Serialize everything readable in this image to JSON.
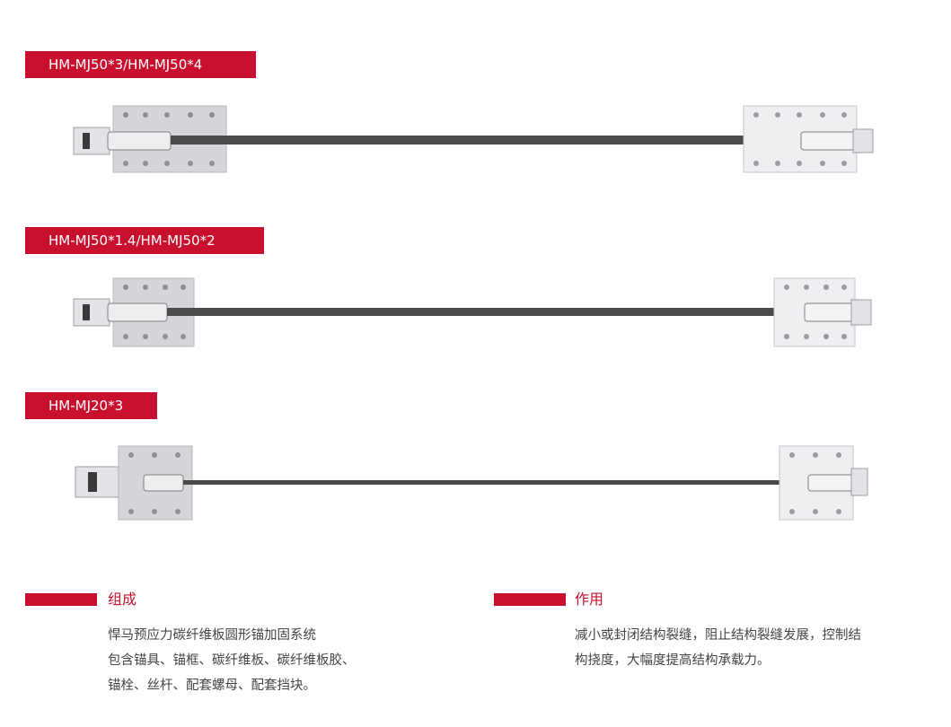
{
  "products": [
    {
      "model": "HM-MJ50*3/HM-MJ50*4"
    },
    {
      "model": "HM-MJ50*1.4/HM-MJ50*2"
    },
    {
      "model": "HM-MJ20*3"
    }
  ],
  "composition": {
    "title": "组成",
    "lines": [
      "悍马预应力碳纤维板圆形锚加固系统",
      "包含锚具、锚框、碳纤维板、碳纤维板胶、",
      "锚栓、丝杆、配套螺母、配套挡块。"
    ]
  },
  "function": {
    "title": "作用",
    "lines": [
      "减小或封闭结构裂缝，阻止结构裂缝发展，控制结",
      "构挠度，大幅度提高结构承载力。"
    ]
  },
  "colors": {
    "accent": "#c8102e",
    "plate": "#4a4a4a",
    "steel": "#d9dadd"
  }
}
